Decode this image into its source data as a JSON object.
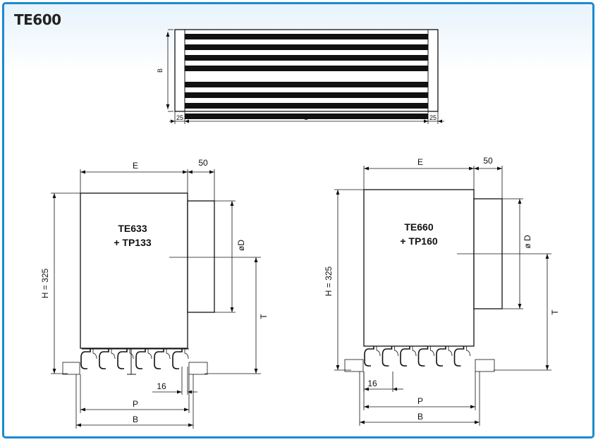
{
  "title": "TE600",
  "colors": {
    "border": "#1a8bd0",
    "header_tint": "#e7f3fb",
    "ink": "#111111",
    "insulation": "#e2e2e2"
  },
  "top_view": {
    "label_height": "B",
    "label_length": "L",
    "label_left_margin": "25",
    "label_right_margin": "25",
    "slat_count": 8
  },
  "left_section": {
    "product_line1": "TE633",
    "product_line2": "+ TP133",
    "dim_e": "E",
    "dim_collar": "50",
    "dim_diameter": "øD",
    "dim_height": "H = 325",
    "dim_t": "T",
    "dim_pitch": "16",
    "dim_p": "P",
    "dim_b": "B"
  },
  "right_section": {
    "product_line1": "TE660",
    "product_line2": "+ TP160",
    "dim_e": "E",
    "dim_collar": "50",
    "dim_diameter": "ø D",
    "dim_height": "H = 325",
    "dim_t": "T",
    "dim_pitch": "16",
    "dim_p": "P",
    "dim_b": "B"
  }
}
